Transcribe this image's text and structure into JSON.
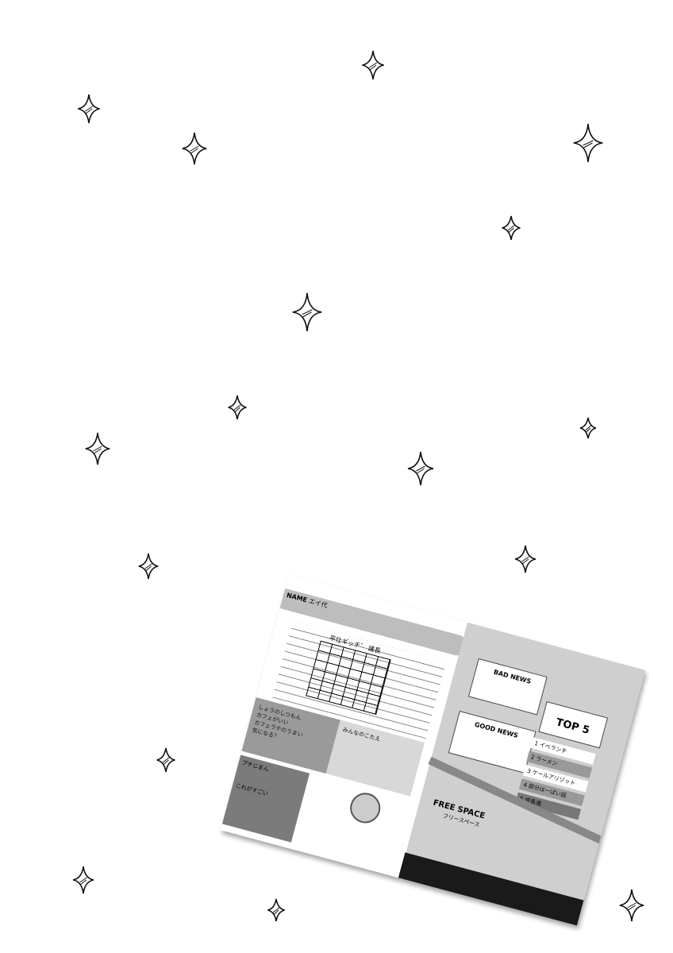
{
  "sparkle_count": 16,
  "notebook": {
    "name_label": "NAME",
    "name_value": "エイ代",
    "table_title": "平仕ギッチ゛ 議長",
    "box1_title": "しょうのしつもん",
    "box1_lines": [
      "カフェがいい",
      "カフェラテのうまい",
      "気になる？"
    ],
    "box2_title": "みんなのこたえ",
    "box3_title": "プチじまん",
    "box3_text": "これがすごい",
    "bad_news": "BAD NEWS",
    "good_news": "GOOD NEWS",
    "top5": "TOP 5",
    "ranks": [
      "1 イベランチ",
      "2 ラーメン",
      "3 ケールアリゾット",
      "4 部分は一ぱい話",
      "5 成長通"
    ],
    "free_space": "FREE SPACE",
    "free_space_kana": "フリースペース"
  }
}
